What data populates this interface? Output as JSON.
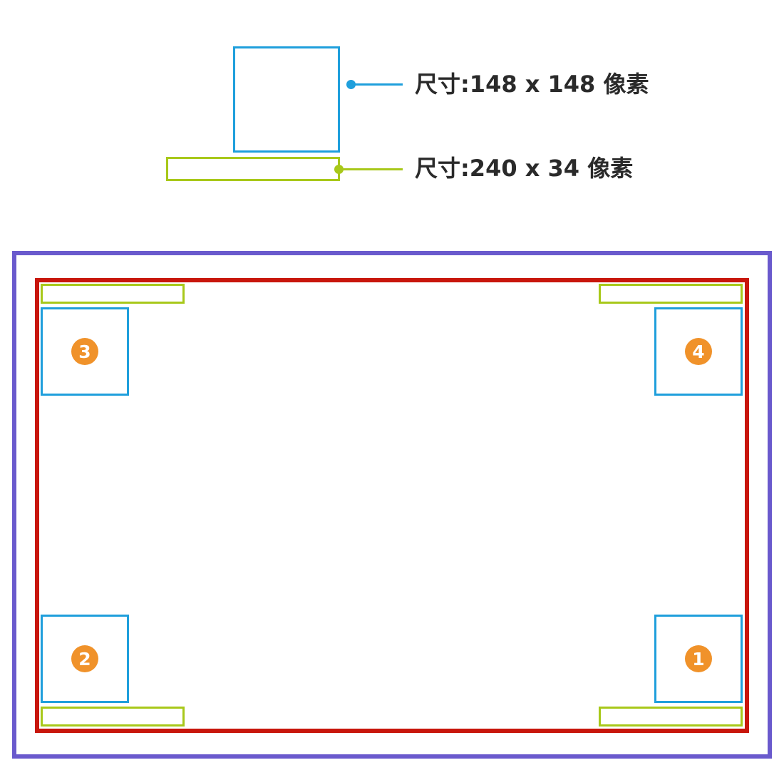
{
  "legend": {
    "square_label": "尺寸:148 x 148 像素",
    "bar_label": "尺寸:240 x 34 像素"
  },
  "positions": [
    {
      "number": "1",
      "corner": "bottom-right"
    },
    {
      "number": "2",
      "corner": "bottom-left"
    },
    {
      "number": "3",
      "corner": "top-left"
    },
    {
      "number": "4",
      "corner": "top-right"
    }
  ],
  "colors": {
    "square": "#1f9fdc",
    "bar": "#a8c81a",
    "outer_frame": "#6a5acd",
    "inner_frame": "#c8160c",
    "badge": "#f0922a"
  }
}
